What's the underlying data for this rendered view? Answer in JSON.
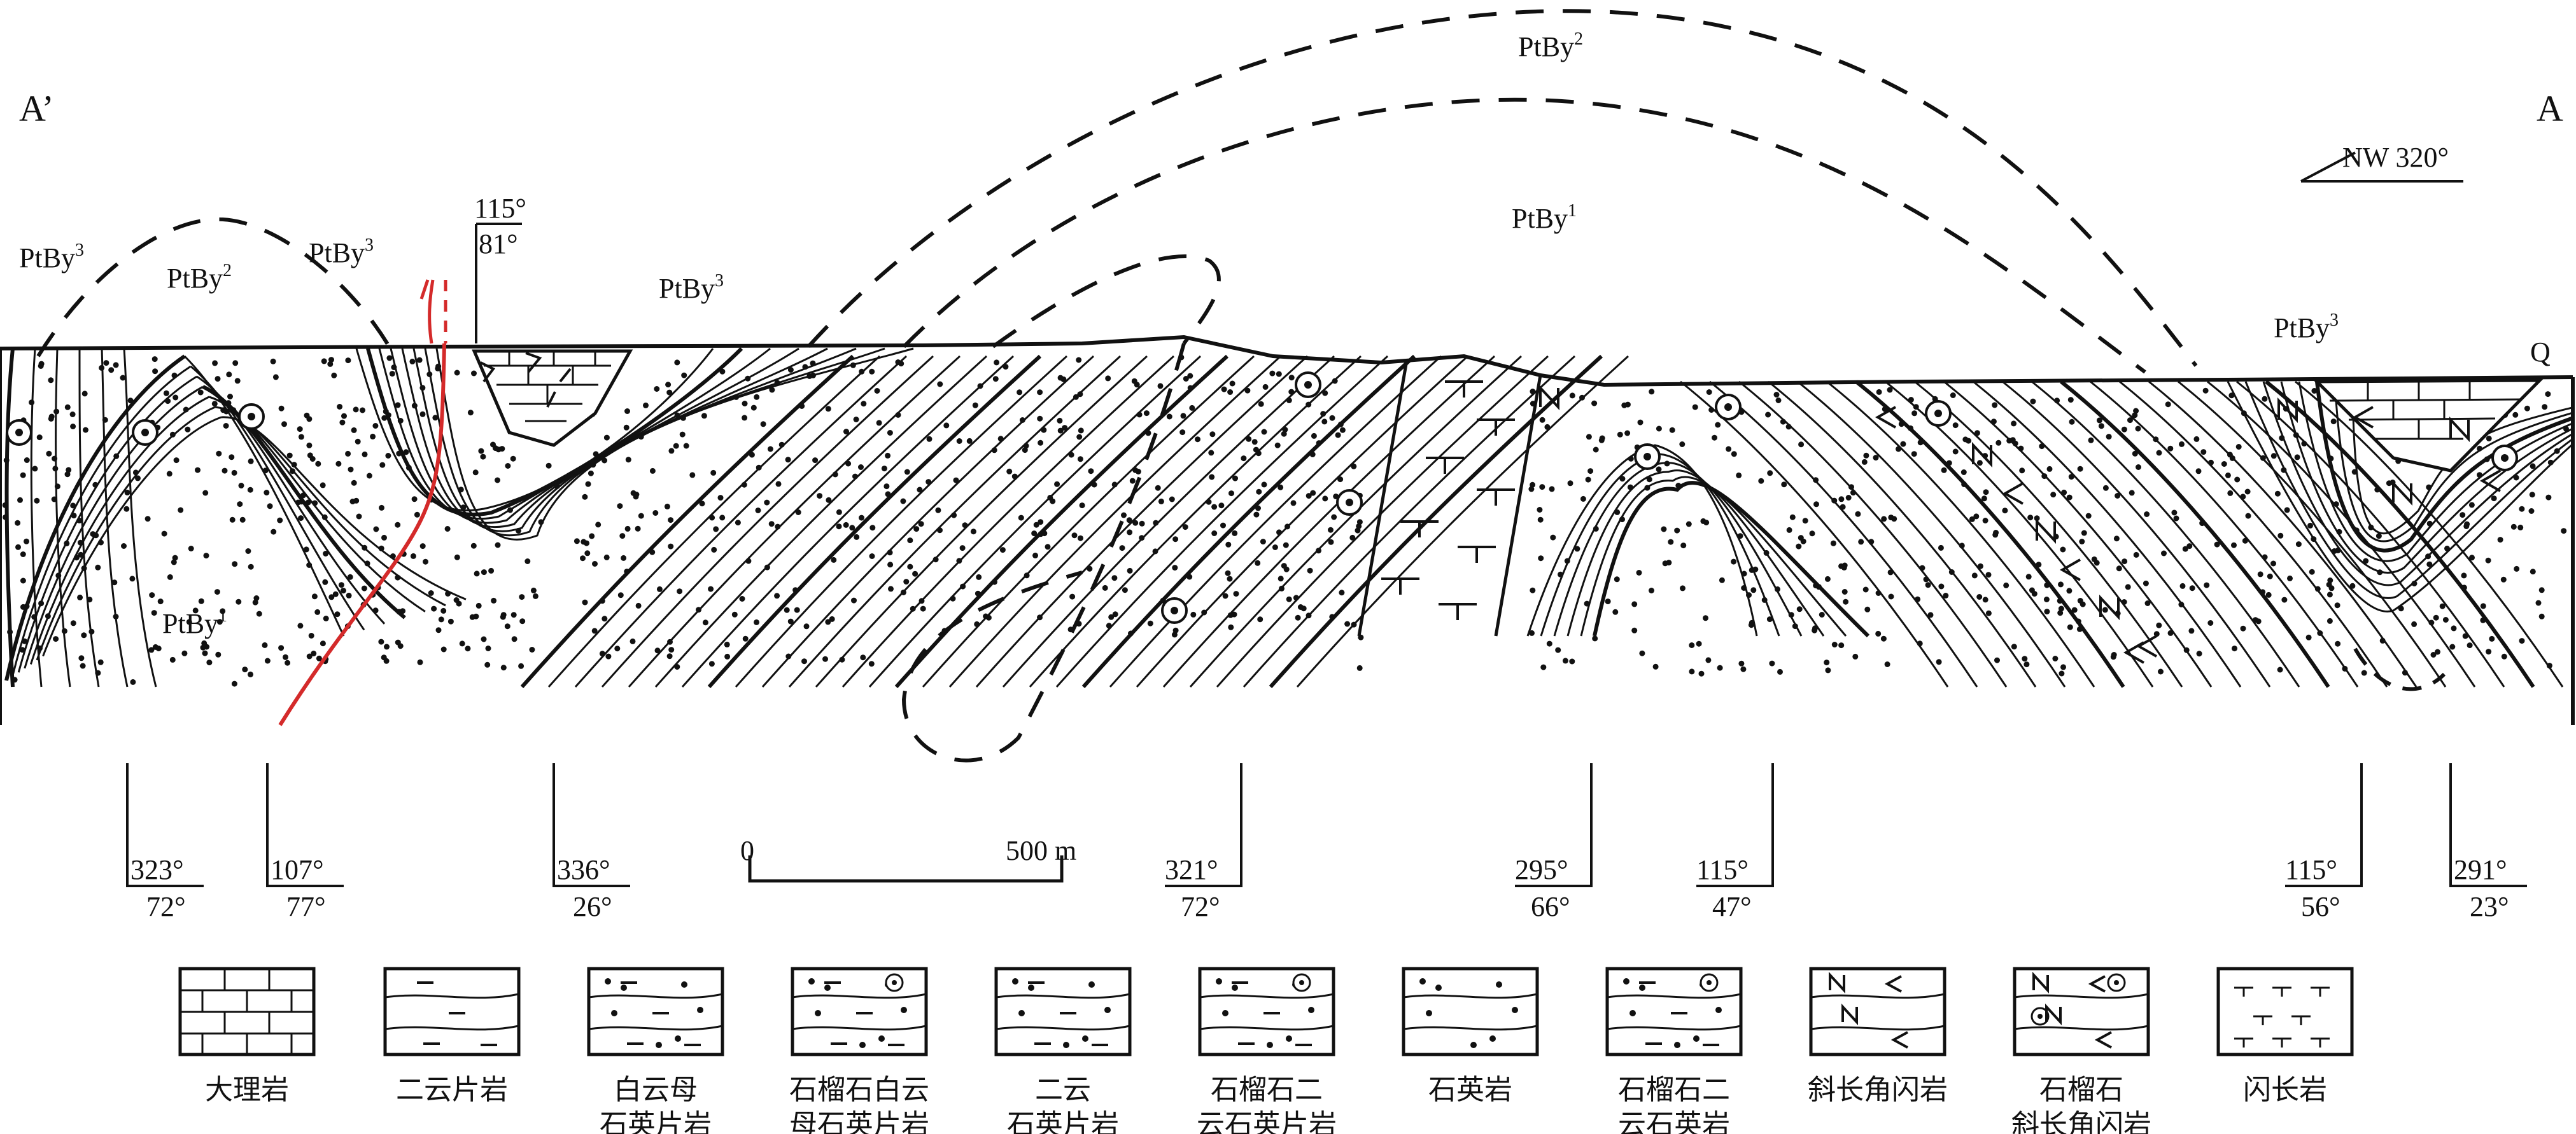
{
  "section": {
    "left_end": "A’",
    "right_end": "A",
    "orientation": "NW 320°",
    "surface_unit": "Q"
  },
  "units": [
    {
      "id": "u1",
      "label": "PtBy",
      "sup": "3"
    },
    {
      "id": "u2",
      "label": "PtBy",
      "sup": "2"
    },
    {
      "id": "u3",
      "label": "PtBy",
      "sup": "3"
    },
    {
      "id": "u4",
      "label": "PtBy",
      "sup": "1"
    },
    {
      "id": "u5",
      "label": "PtBy",
      "sup": "3"
    },
    {
      "id": "u6",
      "label": "PtBy",
      "sup": "2"
    },
    {
      "id": "u7",
      "label": "PtBy",
      "sup": "1"
    },
    {
      "id": "u8",
      "label": "PtBy",
      "sup": "3"
    }
  ],
  "attitudes": [
    {
      "id": "a0",
      "dip_direction": "115°",
      "dip_angle": "81°"
    },
    {
      "id": "a1",
      "dip_direction": "323°",
      "dip_angle": "72°"
    },
    {
      "id": "a2",
      "dip_direction": "107°",
      "dip_angle": "77°"
    },
    {
      "id": "a3",
      "dip_direction": "336°",
      "dip_angle": "26°"
    },
    {
      "id": "a4",
      "dip_direction": "321°",
      "dip_angle": "72°"
    },
    {
      "id": "a5",
      "dip_direction": "295°",
      "dip_angle": "66°"
    },
    {
      "id": "a6",
      "dip_direction": "115°",
      "dip_angle": "47°"
    },
    {
      "id": "a7",
      "dip_direction": "115°",
      "dip_angle": "56°"
    },
    {
      "id": "a8",
      "dip_direction": "291°",
      "dip_angle": "23°"
    }
  ],
  "scale": {
    "start": "0",
    "end": "500 m"
  },
  "legend": [
    {
      "pattern": "marble",
      "line1": "大理岩",
      "line2": ""
    },
    {
      "pattern": "two-mica-schist",
      "line1": "二云片岩",
      "line2": ""
    },
    {
      "pattern": "muscovite-quartz-schist",
      "line1": "白云母",
      "line2": "石英片岩"
    },
    {
      "pattern": "garnet-muscovite-quartz-schist",
      "line1": "石榴石白云",
      "line2": "母石英片岩"
    },
    {
      "pattern": "two-mica-quartz-schist",
      "line1": "二云",
      "line2": "石英片岩"
    },
    {
      "pattern": "garnet-two-mica-quartz-schist",
      "line1": "石榴石二",
      "line2": "云石英片岩"
    },
    {
      "pattern": "quartzite",
      "line1": "石英岩",
      "line2": ""
    },
    {
      "pattern": "garnet-two-mica-quartzite",
      "line1": "石榴石二",
      "line2": "云石英岩"
    },
    {
      "pattern": "plagioclase-amphibolite",
      "line1": "斜长角闪岩",
      "line2": ""
    },
    {
      "pattern": "garnet-plagioclase-amphibolite",
      "line1": "石榴石",
      "line2": "斜长角闪岩"
    },
    {
      "pattern": "diorite",
      "line1": "闪长岩",
      "line2": ""
    }
  ],
  "colors": {
    "ink": "#111111",
    "fault": "#d42a2a",
    "paper": "#ffffff"
  }
}
